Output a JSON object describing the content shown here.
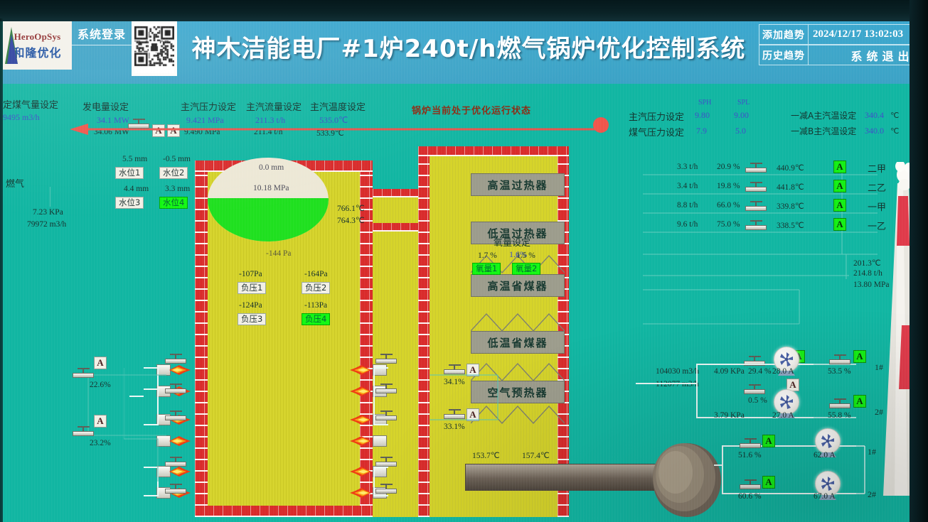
{
  "header": {
    "logo_en": "HeroOpSys",
    "logo_cn": "和隆优化",
    "login_label": "系统登录",
    "qr_name": "login-qr-code",
    "title": "神木洁能电厂#1炉240t/h燃气锅炉优化控制系统",
    "add_trend_label": "添加趋势",
    "history_trend_label": "历史趋势",
    "datetime": "2024/12/17   13:02:03",
    "exit_label": "系统退出"
  },
  "status": {
    "message": "锅炉当前处于优化运行状态"
  },
  "top_setpoints": [
    {
      "name": "gas-flow-setpoint",
      "label": "定煤气量设定",
      "sp": "9495 m3/h",
      "pv": ""
    },
    {
      "name": "power-setpoint",
      "label": "发电量设定",
      "sp": "34.1 MW",
      "pv": "34.06 MW"
    },
    {
      "name": "steam-pressure-setpoint",
      "label": "主汽压力设定",
      "sp": "9.421 MPa",
      "pv": "9.490 MPa"
    },
    {
      "name": "steam-flow-setpoint",
      "label": "主汽流量设定",
      "sp": "211.3 t/h",
      "pv": "211.4 t/h"
    },
    {
      "name": "steam-temp-setpoint",
      "label": "主汽温度设定",
      "sp": "535.0℃",
      "pv": "533.9℃"
    }
  ],
  "auto_flags_top": [
    "A",
    "A"
  ],
  "setpoint_table": {
    "col_sph": "SPH",
    "col_spl": "SPL",
    "rows": [
      {
        "label": "主汽压力设定",
        "sph": "9.80",
        "spl": "9.00"
      },
      {
        "label": "煤气压力设定",
        "sph": "7.9",
        "spl": "5.0"
      }
    ]
  },
  "attemp_setpoints": [
    {
      "label": "一减A主汽温设定",
      "value": "340.4",
      "unit": "℃"
    },
    {
      "label": "一减B主汽温设定",
      "value": "340.0",
      "unit": "℃"
    }
  ],
  "fuel": {
    "label": "燃气",
    "pressure": "7.23 KPa",
    "flow": "79972 m3/h"
  },
  "drum": {
    "level": "0.0  mm",
    "pressure": "10.18 MPa",
    "water_levels": [
      {
        "tag": "水位1",
        "value": "5.5 mm",
        "alarm": false
      },
      {
        "tag": "水位2",
        "value": "-0.5 mm",
        "alarm": false
      },
      {
        "tag": "水位3",
        "value": "4.4 mm",
        "alarm": false
      },
      {
        "tag": "水位4",
        "value": "3.3 mm",
        "alarm": true
      }
    ]
  },
  "furnace": {
    "pressure_center": "-144 Pa",
    "draft_points": [
      {
        "tag": "负压1",
        "value": "-107Pa",
        "alarm": false
      },
      {
        "tag": "负压2",
        "value": "-164Pa",
        "alarm": false
      },
      {
        "tag": "负压3",
        "value": "-124Pa",
        "alarm": false
      },
      {
        "tag": "负压4",
        "value": "-113Pa",
        "alarm": true
      }
    ],
    "outlet_temps": [
      "766.1℃",
      "764.3℃"
    ]
  },
  "oxygen": {
    "setpoint_label": "氧量设定",
    "setpoint_value": "1.6%",
    "points": [
      {
        "tag": "氧量1",
        "value": "1.7 %",
        "alarm": true
      },
      {
        "tag": "氧量2",
        "value": "1.5 %",
        "alarm": true
      }
    ]
  },
  "heat_exchangers": [
    {
      "name": "hx-high-temp-superheater",
      "label": "高温过热器"
    },
    {
      "name": "hx-low-temp-superheater",
      "label": "低温过热器"
    },
    {
      "name": "hx-high-temp-economizer",
      "label": "高温省煤器"
    },
    {
      "name": "hx-low-temp-economizer",
      "label": "低温省煤器"
    },
    {
      "name": "hx-air-preheater",
      "label": "空气预热器"
    }
  ],
  "flue_exit_temps": [
    "153.7℃",
    "157.4℃"
  ],
  "gas_valves_left": [
    {
      "value": "22.6%",
      "mode": "A",
      "auto": false
    },
    {
      "value": "23.2%",
      "mode": "A",
      "auto": false
    }
  ],
  "air_valves_mid": [
    {
      "value": "34.1%",
      "mode": "A",
      "auto": false
    },
    {
      "value": "33.1%",
      "mode": "A",
      "auto": false
    }
  ],
  "attemperators": [
    {
      "flow": "3.3 t/h",
      "opening": "20.9 %",
      "temp": "440.9℃",
      "mode": "A",
      "auto": true,
      "id": "二甲"
    },
    {
      "flow": "3.4 t/h",
      "opening": "19.8 %",
      "temp": "441.8℃",
      "mode": "A",
      "auto": true,
      "id": "二乙"
    },
    {
      "flow": "8.8 t/h",
      "opening": "66.0 %",
      "temp": "339.8℃",
      "mode": "A",
      "auto": true,
      "id": "一甲"
    },
    {
      "flow": "9.6 t/h",
      "opening": "75.0 %",
      "temp": "338.5℃",
      "mode": "A",
      "auto": true,
      "id": "一乙"
    }
  ],
  "feedwater": {
    "temp": "201.3℃",
    "flow": "214.8  t/h",
    "pressure": "13.80  MPa",
    "valves": [
      {
        "value": "29.4 %",
        "mode": "A",
        "auto": true
      },
      {
        "value": "0.5 %",
        "mode": "A",
        "auto": false
      }
    ]
  },
  "fd_fans": {
    "total_flows": [
      "104030 m3/h",
      "112077 m3/h"
    ],
    "units": [
      {
        "id": "1#",
        "pressure": "4.09 KPa",
        "current": "28.0 A",
        "damper": "53.5 %",
        "mode": "A",
        "auto": true
      },
      {
        "id": "2#",
        "pressure": "3.79 KPa",
        "current": "27.0 A",
        "damper": "55.8 %",
        "mode": "A",
        "auto": true
      }
    ]
  },
  "id_fans": {
    "units": [
      {
        "id": "1#",
        "damper": "51.6 %",
        "current": "62.0 A",
        "mode": "A",
        "auto": true
      },
      {
        "id": "2#",
        "damper": "60.6 %",
        "current": "67.0 A",
        "mode": "A",
        "auto": true
      }
    ]
  },
  "colors": {
    "background": "#11b6a2",
    "header": "#3ba2c6",
    "wall": "#d92b2b",
    "flue_gas": "#d6d42a",
    "drum_water": "#1fe01f",
    "alarm_green": "#12f712",
    "setpoint_blue": "#3c4fc8",
    "status_red": "#8a2a12"
  }
}
